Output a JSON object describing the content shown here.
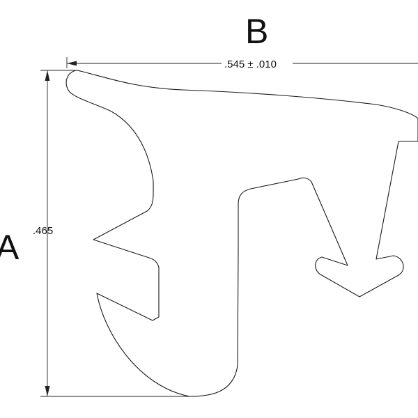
{
  "labels": {
    "width_letter": "B",
    "height_letter": "A"
  },
  "dimensions": {
    "width": ".545 ± .010",
    "height": ".465"
  },
  "colors": {
    "line": "#1a1a1a",
    "background": "#ffffff"
  }
}
